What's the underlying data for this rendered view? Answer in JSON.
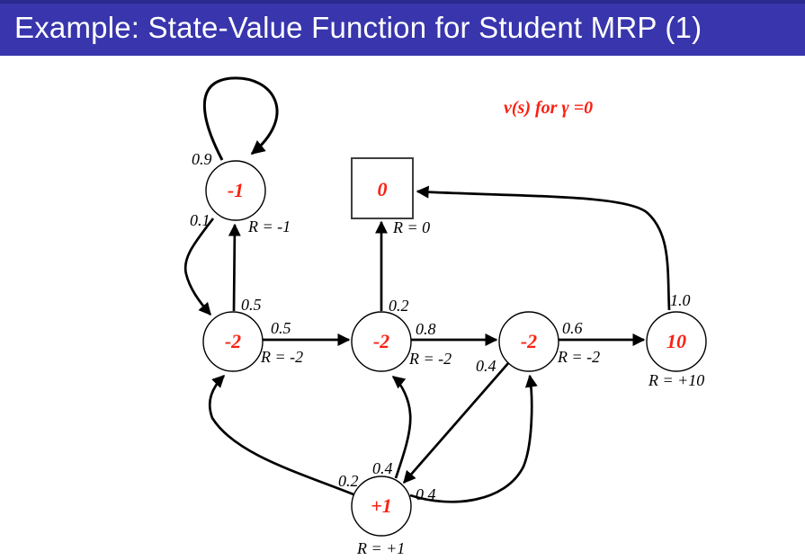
{
  "header": {
    "title": "Example: State-Value Function for Student MRP (1)"
  },
  "caption": {
    "text": "v(s) for γ =0"
  },
  "nodes": {
    "facebook": {
      "value": "-1",
      "reward": "R = -1",
      "shape": "circle"
    },
    "class1": {
      "value": "-2",
      "reward": "R = -2",
      "shape": "circle"
    },
    "class2": {
      "value": "-2",
      "reward": "R = -2",
      "shape": "circle"
    },
    "class3": {
      "value": "-2",
      "reward": "R = -2",
      "shape": "circle"
    },
    "pass": {
      "value": "10",
      "reward": "R = +10",
      "shape": "circle"
    },
    "pub": {
      "value": "+1",
      "reward": "R = +1",
      "shape": "circle"
    },
    "sleep": {
      "value": "0",
      "reward": "R = 0",
      "shape": "square"
    }
  },
  "transitions": {
    "facebook_self": "0.9",
    "facebook_to_class1": "0.1",
    "class1_to_facebook": "0.5",
    "class1_to_class2": "0.5",
    "class2_to_sleep": "0.2",
    "class2_to_class3": "0.8",
    "class3_to_pass": "0.6",
    "class3_to_pub": "0.4",
    "pass_to_sleep": "1.0",
    "pub_to_class1": "0.2",
    "pub_to_class2": "0.4",
    "pub_to_class3": "0.4"
  },
  "colors": {
    "title_bar": "#3835ad",
    "title_bar_top_strip": "#2b2890",
    "node_value_red": "#fb2113",
    "caption_red": "#fa1f10",
    "edge_black": "#000000"
  }
}
